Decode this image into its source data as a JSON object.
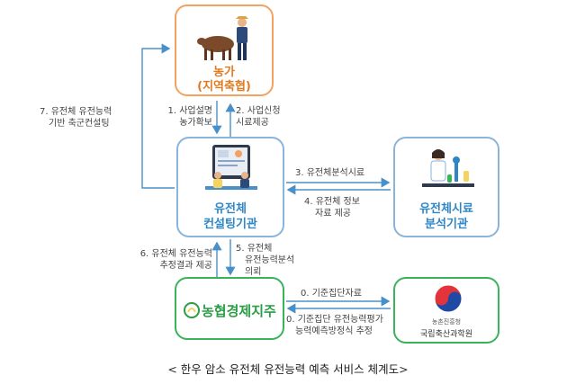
{
  "nodes": {
    "farm": {
      "name": "농가",
      "sub": "(지역축협)"
    },
    "consulting": {
      "line1": "유전체",
      "line2": "컨설팅기관"
    },
    "analysis": {
      "line1": "유전체시료",
      "line2": "분석기관"
    },
    "nh": {
      "name": "농협경제지주"
    },
    "nias": {
      "top": "농촌진흥청",
      "name": "국립축산과학원"
    }
  },
  "edges": {
    "e1": {
      "line1": "1. 사업설명",
      "line2": "농가확보"
    },
    "e2": {
      "line1": "2. 사업신청",
      "line2": "시료제공"
    },
    "e3": {
      "line1": "3. 유전체분석시료"
    },
    "e4": {
      "line1": "4. 유전체 정보",
      "line2": "자료 제공"
    },
    "e5": {
      "line1": "5. 유전체",
      "line2": "유전능력분석",
      "line3": "의뢰"
    },
    "e6": {
      "line1": "6. 유전체 유전능력",
      "line2": "추정결과 제공"
    },
    "e7": {
      "line1": "7. 유전체 유전능력",
      "line2": "기반 축군컨설팅"
    },
    "e0a": {
      "line1": "0. 기준집단자료"
    },
    "e0b": {
      "line1": "0. 기준집단 유전능력평가",
      "line2": "능력예측방정식 추정"
    }
  },
  "caption": "< 한우 암소 유전체 유전능력 예측 서비스 체계도>",
  "colors": {
    "orange": "#f4a261",
    "blue": "#2f86c6",
    "green": "#3bb35a",
    "arrow": "#4a90c8"
  }
}
